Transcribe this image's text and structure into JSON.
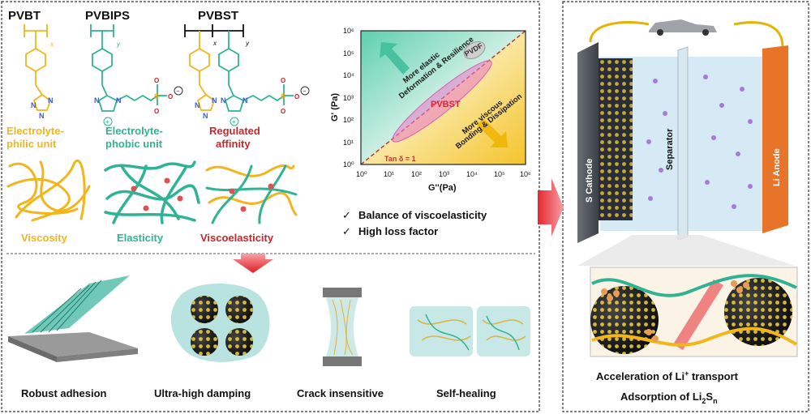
{
  "polymers": {
    "pvbt": {
      "name": "PVBT",
      "subscript": "x",
      "label_line1": "Electrolyte-",
      "label_line2": "philic unit",
      "property": "Viscosity"
    },
    "pvbips": {
      "name": "PVBIPS",
      "subscript": "y",
      "label_line1": "Electrolyte-",
      "label_line2": "phobic unit",
      "property": "Elasticity"
    },
    "pvbst": {
      "name": "PVBST",
      "subscript_x": "x",
      "subscript_y": "y",
      "label_line1": "Regulated",
      "label_line2": "affinity",
      "property": "Viscoelasticity"
    }
  },
  "atoms": {
    "nitrogen": "N",
    "sulfur": "S",
    "oxygen": "O",
    "plus": "+",
    "minus": "−"
  },
  "rheology_plot": {
    "ylabel": "G' (Pa)",
    "xlabel": "G''(Pa)",
    "tick_labels": [
      "10⁰",
      "10¹",
      "10²",
      "10³",
      "10⁴",
      "10⁵",
      "10⁶"
    ],
    "region_elastic_line1": "More elastic",
    "region_elastic_line2": "Deformation & Resilience",
    "region_viscous_line1": "More viscous",
    "region_viscous_line2": "Bonding & Dissipation",
    "pvdf_label": "PVDF",
    "pvbst_label": "PVBST",
    "tan_label": "Tan δ = 1",
    "colors": {
      "elastic": "#3dbd9a",
      "viscous": "#f0c02a",
      "pvbst": "#e879c8",
      "diagonal": "#c0392b"
    }
  },
  "checklist": [
    {
      "mark": "✓",
      "text": "Balance of viscoelasticity"
    },
    {
      "mark": "✓",
      "text": "High loss factor"
    }
  ],
  "applications": [
    {
      "label": "Robust adhesion"
    },
    {
      "label": "Ultra-high damping"
    },
    {
      "label": "Crack insensitive"
    },
    {
      "label": "Self-healing"
    }
  ],
  "battery": {
    "cathode_label": "S Cathode",
    "separator_label": "Separator",
    "anode_label": "Li Anode",
    "colors": {
      "anode": "#e8742a",
      "electrolyte": "#cfe6f3",
      "wire": "#e6b400"
    }
  },
  "benefits": {
    "line1_prefix": "Acceleration of Li",
    "line1_sup": "+",
    "line1_suffix": " transport",
    "line2_prefix": "Adsorption of Li",
    "line2_sub1": "2",
    "line2_mid": "S",
    "line2_sub2": "n"
  },
  "colors": {
    "yellow": "#f2b51c",
    "teal": "#2fb394",
    "red": "#c8262c",
    "blue": "#3b5bdb"
  }
}
